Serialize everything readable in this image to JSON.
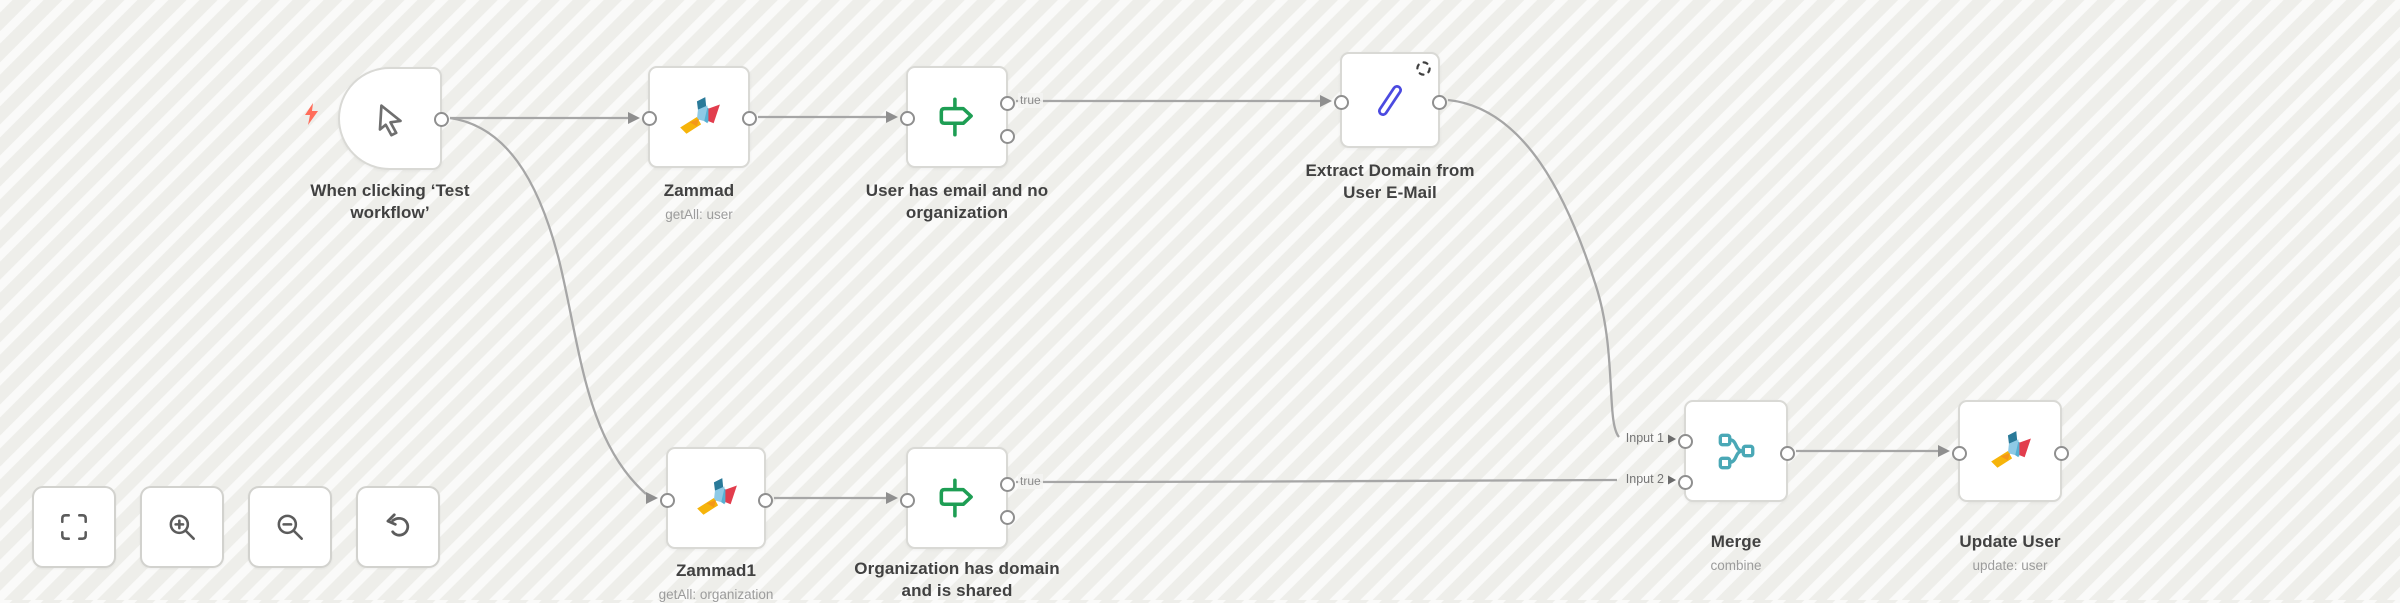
{
  "canvas": {
    "background_color": "#f4f4f1",
    "connection_color": "#a6a6a6"
  },
  "workflow": {
    "nodes": [
      {
        "id": "manual-trigger",
        "title": "When clicking ‘Test workflow’",
        "subtitle": "",
        "icon": "cursor-icon"
      },
      {
        "id": "zammad",
        "title": "Zammad",
        "subtitle": "getAll: user",
        "icon": "zammad-icon"
      },
      {
        "id": "filter-user",
        "title": "User has email and no organization",
        "subtitle": "",
        "icon": "if-icon"
      },
      {
        "id": "extract-domain",
        "title": "Extract Domain from User E-Mail",
        "subtitle": "",
        "icon": "pencil-icon"
      },
      {
        "id": "zammad1",
        "title": "Zammad1",
        "subtitle": "getAll: organization",
        "icon": "zammad-icon"
      },
      {
        "id": "filter-org",
        "title": "Organization has domain and is shared",
        "subtitle": "",
        "icon": "if-icon"
      },
      {
        "id": "merge",
        "title": "Merge",
        "subtitle": "combine",
        "icon": "merge-icon"
      },
      {
        "id": "update-user",
        "title": "Update User",
        "subtitle": "update: user",
        "icon": "zammad-icon"
      }
    ],
    "edge_labels": {
      "filter_user_true": "true",
      "filter_org_true": "true",
      "merge_input1": "Input 1",
      "merge_input2": "Input 2"
    }
  },
  "controls": {
    "buttons": [
      {
        "id": "fit-view",
        "icon": "fit-view-icon"
      },
      {
        "id": "zoom-in",
        "icon": "zoom-in-icon"
      },
      {
        "id": "zoom-out",
        "icon": "zoom-out-icon"
      },
      {
        "id": "undo",
        "icon": "undo-icon"
      }
    ]
  },
  "colors": {
    "node_border": "#d9d9d5",
    "title_text": "#414141",
    "subtitle_text": "#9c9c9c",
    "if_green": "#1e9e54",
    "pencil_blue": "#4b4ae0",
    "merge_teal": "#4aa8b6",
    "bolt_orange": "#ff6d5a",
    "cursor_gray": "#6f6f6f",
    "zammad_yellow": "#f6b40a",
    "zammad_red": "#e23d4d",
    "zammad_light_blue": "#8ecae6",
    "zammad_dark_teal": "#2a7a99"
  }
}
